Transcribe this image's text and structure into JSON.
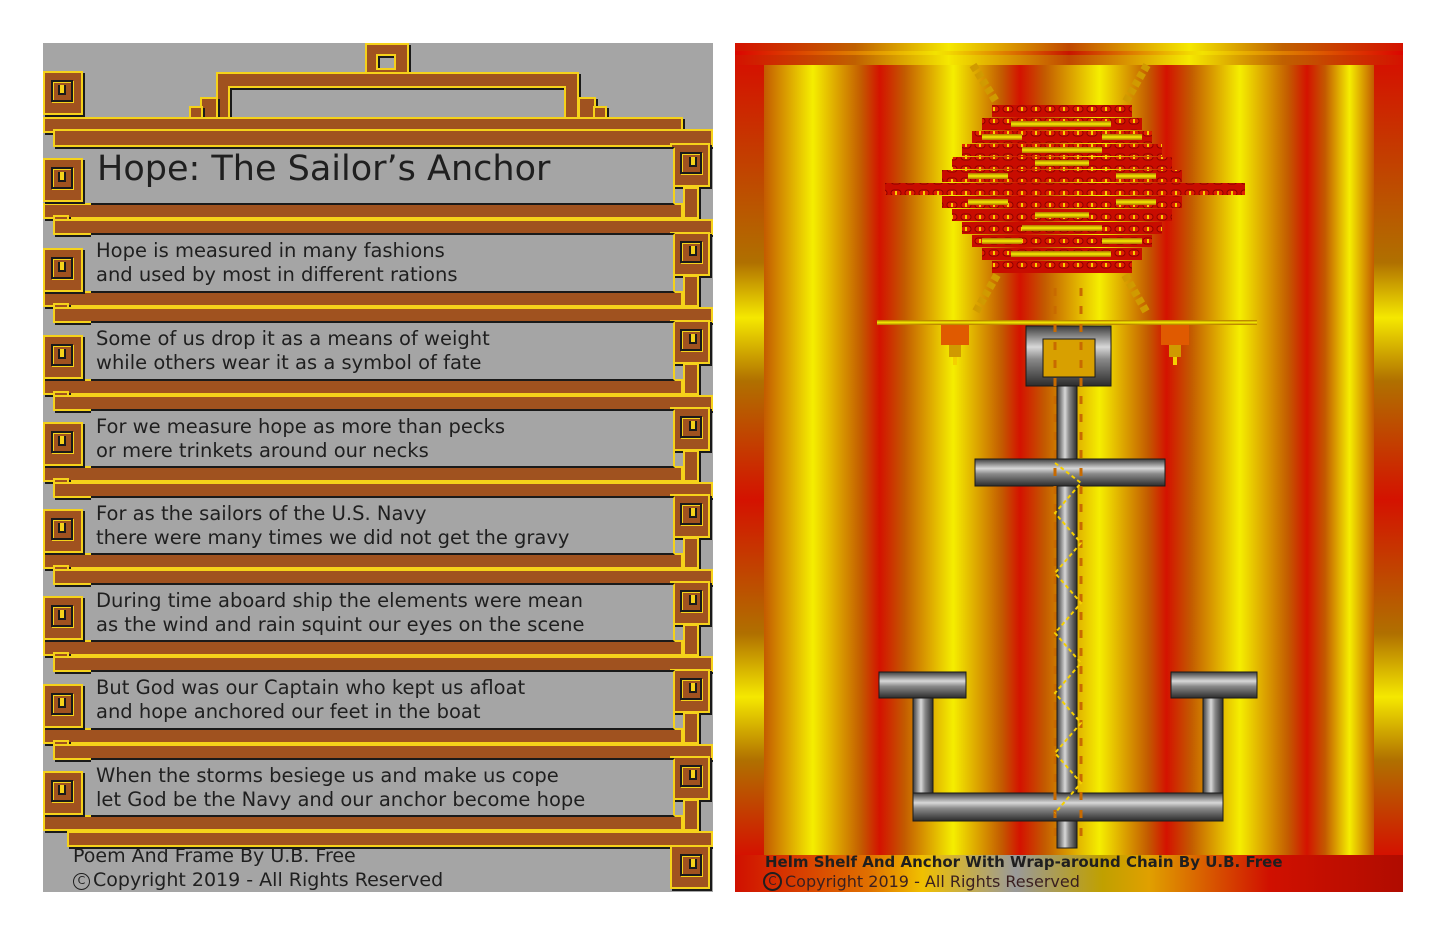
{
  "poem": {
    "title": "Hope: The Sailor’s Anchor",
    "verses": [
      {
        "line1": "Hope is measured in many fashions",
        "line2": "and used by most in different rations"
      },
      {
        "line1": "Some of us drop it as a means of weight",
        "line2": "while others wear it as a symbol of fate"
      },
      {
        "line1": "For we measure hope as more than pecks",
        "line2": "or mere trinkets around our necks"
      },
      {
        "line1": "For as the sailors of the U.S. Navy",
        "line2": "there were many times we did not get the gravy"
      },
      {
        "line1": "During time aboard ship the elements were mean",
        "line2": "as the wind and rain squint our eyes on the scene"
      },
      {
        "line1": "But God was our Captain who kept us afloat",
        "line2": "and hope anchored our feet in the boat"
      },
      {
        "line1": "When the storms besiege us and make us cope",
        "line2": "let God be the Navy and our anchor become hope"
      }
    ],
    "credit": "Poem And Frame By U.B. Free",
    "copyright_symbol": "C",
    "copyright": "Copyright 2019 - All Rights Reserved",
    "colors": {
      "frame_brown": "#a0521f",
      "frame_gold": "#f5d21a",
      "background_gray": "#a5a5a5",
      "text": "#1f1f1f"
    }
  },
  "artwork": {
    "subject": "helm-shelf-with-anchor-and-chain",
    "credit": "Helm Shelf And Anchor With Wrap-around Chain By U.B. Free",
    "copyright_symbol": "C",
    "copyright": "Copyright 2019 - All Rights Reserved",
    "colors": {
      "red": "#d41200",
      "yellow": "#f5ee00",
      "orange": "#c35a00",
      "steel": "#7a7a7a"
    }
  }
}
